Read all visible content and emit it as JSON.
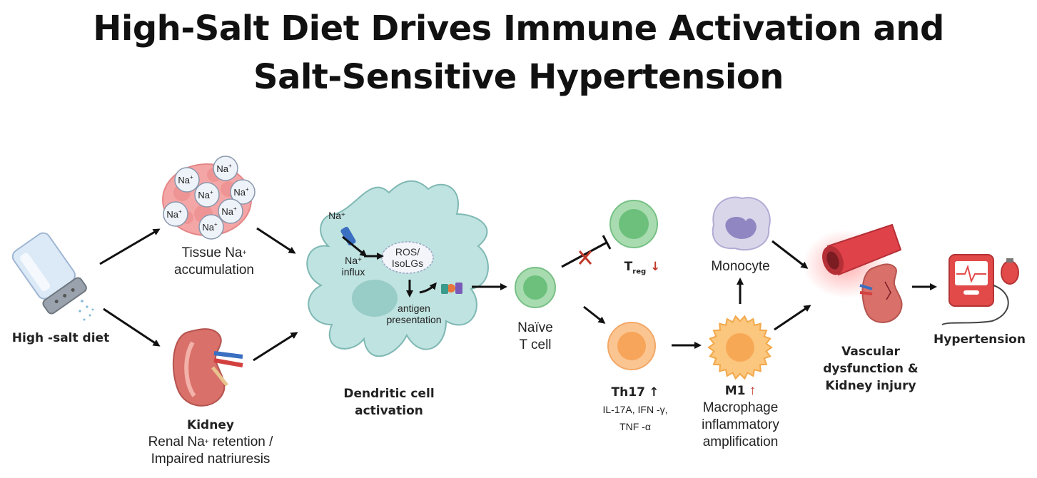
{
  "title": {
    "line1": "High-Salt Diet Drives Immune Activation and",
    "line2": "Salt-Sensitive Hypertension"
  },
  "nodes": {
    "salt": {
      "label": "High -salt diet",
      "icon": "salt-shaker-icon"
    },
    "tissue": {
      "line1": "Tissue  Na",
      "plus": "+",
      "line2": "accumulation",
      "ion_label": "Na",
      "ion_plus": "+"
    },
    "kidney": {
      "title": "Kidney",
      "line1a": "Renal  Na",
      "line1plus": "+",
      "line1b": "  retention  /",
      "line2": "Impaired  natriuresis"
    },
    "dc": {
      "title1": "Dendritic cell",
      "title2": "activation",
      "na_in": "Na",
      "na_in_plus": "+",
      "influx1": "Na",
      "influx1_plus": "+",
      "influx2": "influx",
      "ros1": "ROS/",
      "ros2": "IsoLGs",
      "ag1": "antigen",
      "ag2": "presentation"
    },
    "naive": {
      "line1": "Naïve",
      "line2": "T cell"
    },
    "treg": {
      "label": "T",
      "sub": "reg",
      "arrow": "↓"
    },
    "th17": {
      "label": "Th17",
      "arrow": "↑",
      "line1": "IL-17A, IFN -γ,",
      "line2": "TNF -α"
    },
    "monocyte": {
      "label": "Monocyte"
    },
    "m1": {
      "label": "M1",
      "arrow": "↑",
      "line1": "Macrophage",
      "line2": "inflammatory",
      "line3": "amplification"
    },
    "vascular": {
      "line1": "Vascular",
      "line2": "dysfunction &",
      "line3": "Kidney injury"
    },
    "htn": {
      "label": "Hypertension",
      "icon": "blood-pressure-monitor-icon"
    }
  },
  "colors": {
    "dc_fill": "#bfe3e0",
    "dc_stroke": "#7fb8b4",
    "tcell_fill": "#a8dcb0",
    "tcell_inner": "#6cc07c",
    "th17_fill": "#fbc592",
    "th17_inner": "#f7a55a",
    "m1_fill": "#fbc67e",
    "mono_fill": "#d9d6ea",
    "mono_nucleus": "#8f86c2",
    "vessel": "#e0424a",
    "kidney": "#d9706a",
    "monitor": "#e24a4a",
    "red_arrow": "#c0392b",
    "arrow": "#111111"
  }
}
